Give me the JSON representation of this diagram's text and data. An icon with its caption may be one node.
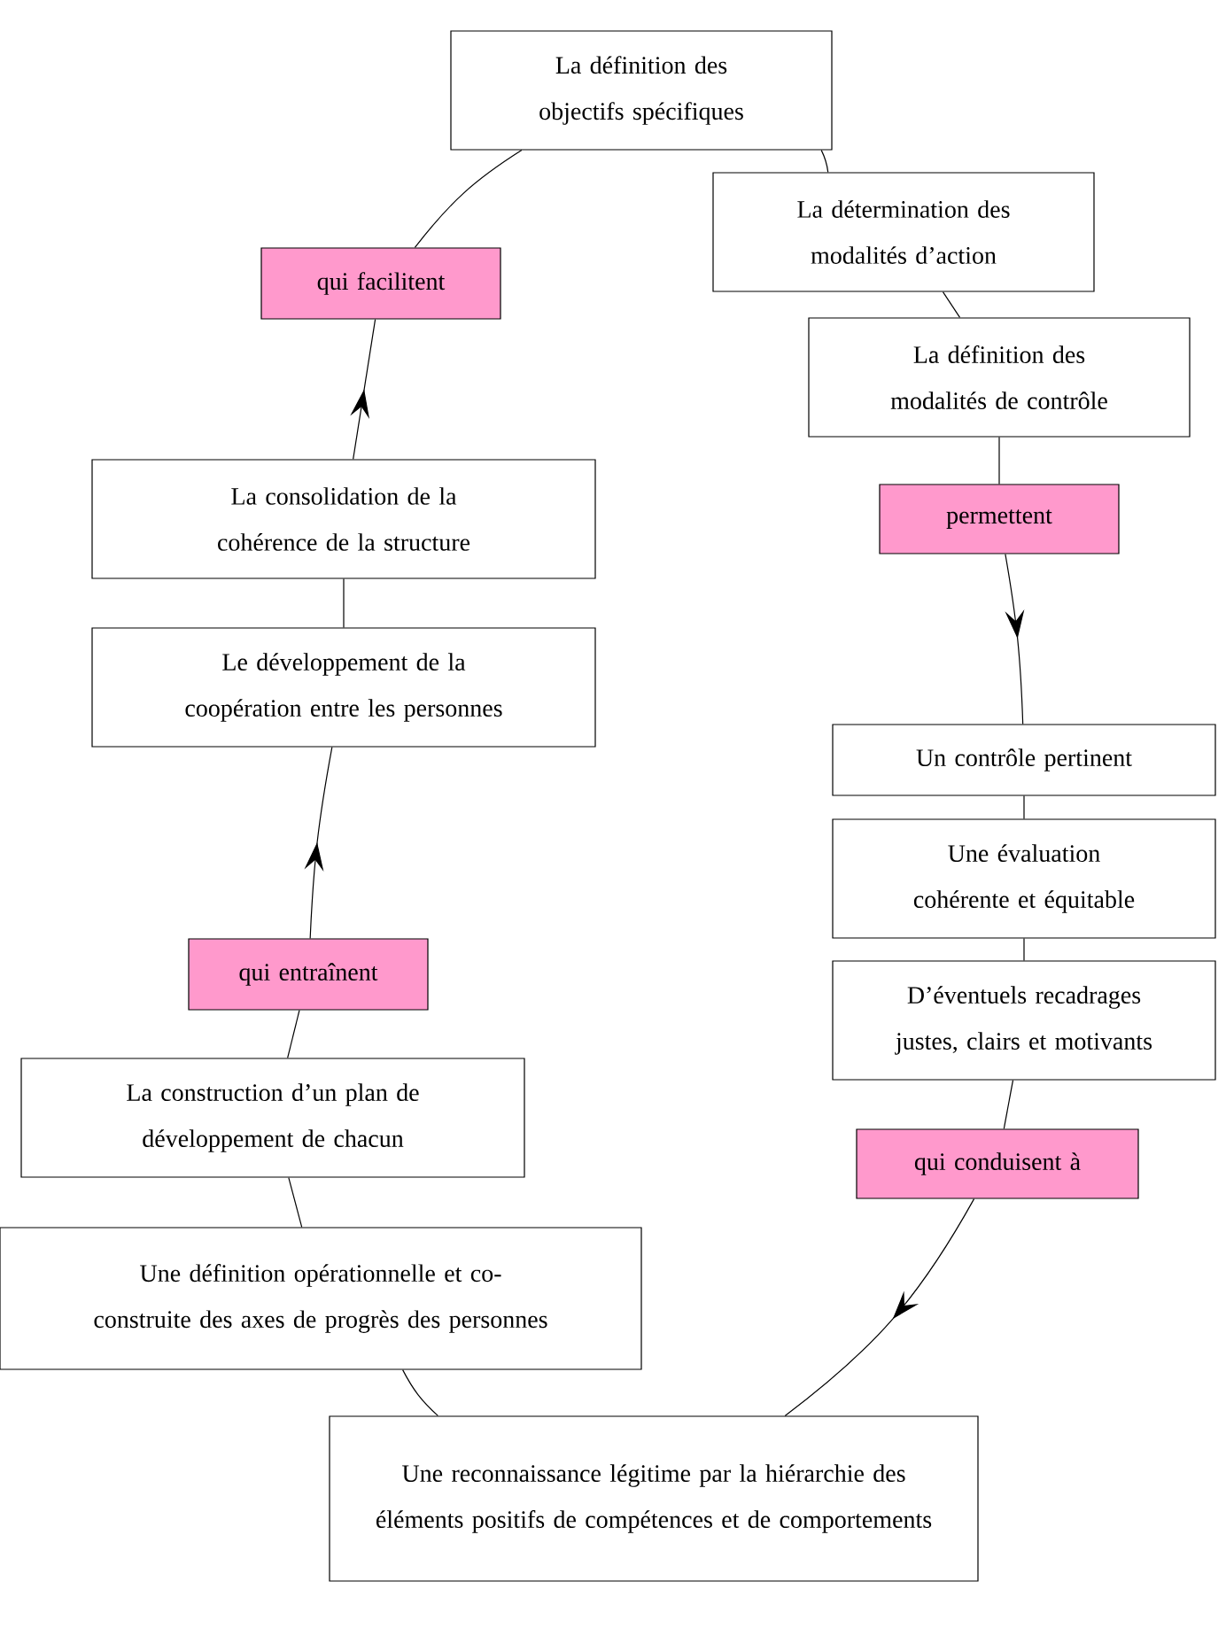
{
  "diagram": {
    "nodes": [
      {
        "text": [
          "La définition des objectifs spécifiques"
        ]
      },
      {
        "text": [
          "La détermination des modalités d’action"
        ]
      },
      {
        "text": [
          "La définition des modalités de contrôle"
        ]
      },
      {
        "text": [
          "permettent"
        ]
      },
      {
        "text": [
          "Un contrôle pertinent"
        ]
      },
      {
        "text": [
          "Une évaluation cohérente et équitable"
        ]
      },
      {
        "text": [
          "D’éventuels recadrages justes, clairs et motivants"
        ]
      },
      {
        "text": [
          "qui conduisent à"
        ]
      },
      {
        "text": [
          "Une reconnaissance légitime par la hiérarchie des éléments positifs de compétences et de comportements"
        ]
      },
      {
        "text": [
          "Une définition opérationnelle et co-construite des axes de progrès des personnes"
        ]
      },
      {
        "text": [
          "La construction d’un plan de développement de chacun"
        ]
      },
      {
        "text": [
          "qui  entraînent"
        ]
      },
      {
        "text": [
          "Le développement de la coopération entre les personnes"
        ]
      },
      {
        "text": [
          "La consolidation de la cohérence de la structure"
        ]
      },
      {
        "text": [
          "qui facilitent"
        ]
      }
    ],
    "edges": [
      {
        "from": 0,
        "to": 1,
        "arrow": "none"
      },
      {
        "from": 1,
        "to": 2,
        "arrow": "none"
      },
      {
        "from": 2,
        "to": 3,
        "arrow": "none"
      },
      {
        "from": 3,
        "to": 4,
        "arrow": "to"
      },
      {
        "from": 4,
        "to": 5,
        "arrow": "none"
      },
      {
        "from": 5,
        "to": 6,
        "arrow": "none"
      },
      {
        "from": 6,
        "to": 7,
        "arrow": "none"
      },
      {
        "from": 7,
        "to": 8,
        "arrow": "to"
      },
      {
        "from": 8,
        "to": 9,
        "arrow": "none"
      },
      {
        "from": 9,
        "to": 10,
        "arrow": "none"
      },
      {
        "from": 10,
        "to": 11,
        "arrow": "none"
      },
      {
        "from": 11,
        "to": 12,
        "arrow": "to"
      },
      {
        "from": 12,
        "to": 13,
        "arrow": "none"
      },
      {
        "from": 13,
        "to": 14,
        "arrow": "to"
      },
      {
        "from": 14,
        "to": 0,
        "arrow": "none"
      }
    ]
  }
}
